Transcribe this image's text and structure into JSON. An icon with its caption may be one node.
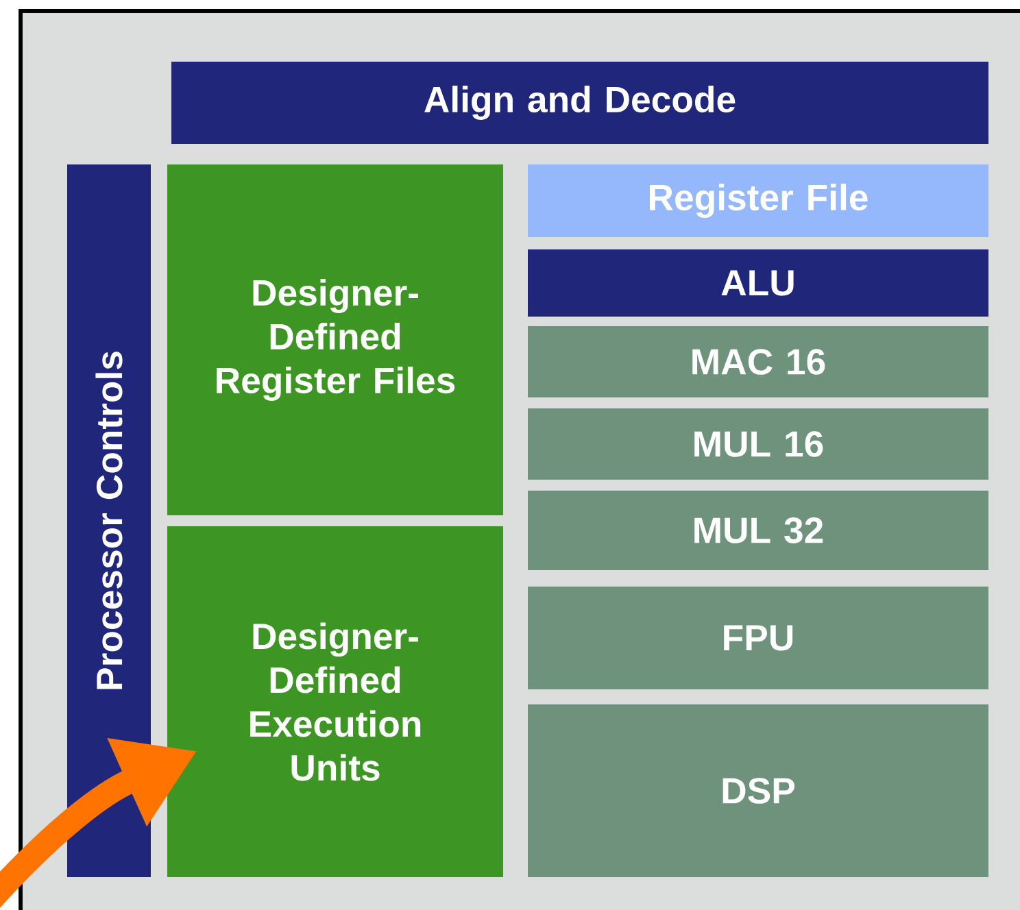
{
  "diagram": {
    "nodes": [
      {
        "text": [
          "Align and Decode"
        ]
      },
      {
        "text": [
          "Processor Controls"
        ]
      },
      {
        "text": [
          "Designer-Defined Register Files"
        ]
      },
      {
        "text": [
          "Designer-Defined Execution Units"
        ]
      },
      {
        "text": [
          "Register File"
        ]
      },
      {
        "text": [
          "ALU"
        ]
      },
      {
        "text": [
          "MAC 16"
        ]
      },
      {
        "text": [
          "MUL 16"
        ]
      },
      {
        "text": [
          "MUL 32"
        ]
      },
      {
        "text": [
          "FPU"
        ]
      },
      {
        "text": [
          "DSP"
        ]
      }
    ],
    "edges": [
      {
        "from": null,
        "to": 3,
        "arrow": "to"
      }
    ]
  }
}
